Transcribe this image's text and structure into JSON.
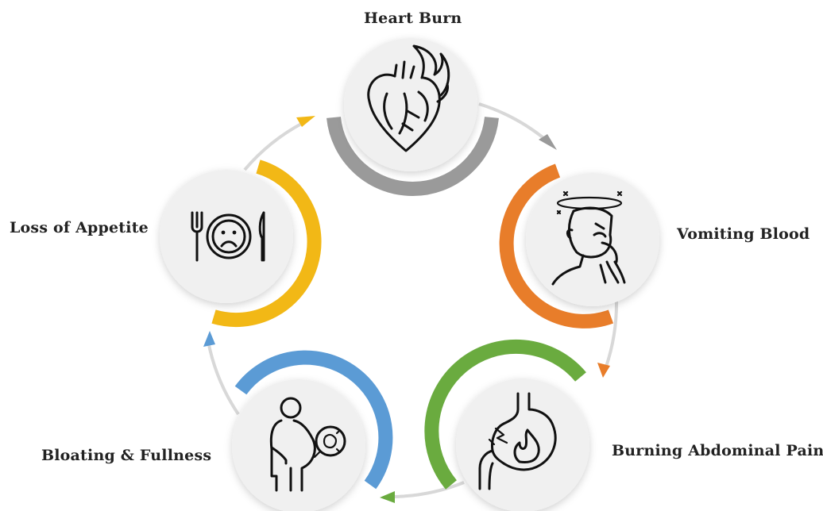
{
  "nodes": [
    {
      "id": "heart-burn",
      "label": "Heart Burn",
      "color": "#9a9a9a",
      "icon": "heart-fire-icon"
    },
    {
      "id": "vomiting-blood",
      "label": "Vomiting Blood",
      "color": "#e87d2a",
      "icon": "sick-person-icon"
    },
    {
      "id": "burning-abdominal-pain",
      "label": "Burning Abdominal Pain",
      "color": "#6aab3f",
      "icon": "stomach-fire-icon"
    },
    {
      "id": "bloating-fullness",
      "label": "Bloating & Fullness",
      "color": "#5b9bd5",
      "icon": "bloated-person-icon"
    },
    {
      "id": "loss-of-appetite",
      "label": "Loss of Appetite",
      "color": "#f2b816",
      "icon": "sad-plate-icon"
    }
  ],
  "colors": {
    "connector": "#d8d8d8",
    "circle_fill": "#f0f0f0",
    "icon": "#111111"
  }
}
